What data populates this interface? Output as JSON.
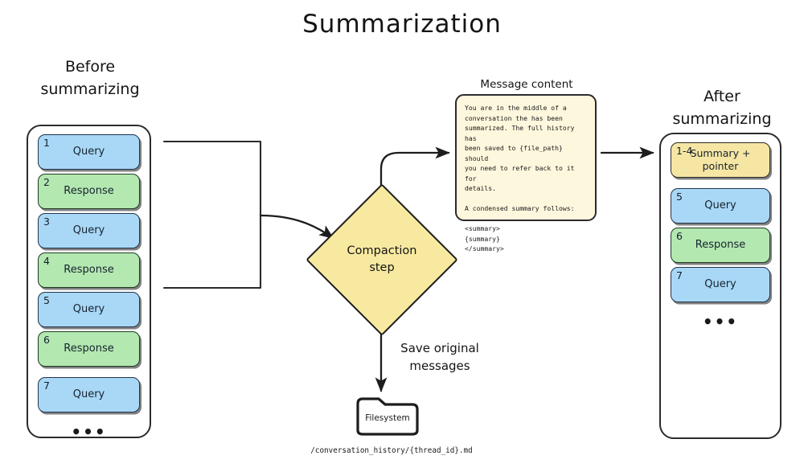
{
  "title": "Summarization",
  "before": {
    "heading_line1": "Before",
    "heading_line2": "summarizing",
    "ellipsis": "•••",
    "items": [
      {
        "idx": "1",
        "label": "Query",
        "kind": "query"
      },
      {
        "idx": "2",
        "label": "Response",
        "kind": "response"
      },
      {
        "idx": "3",
        "label": "Query",
        "kind": "query"
      },
      {
        "idx": "4",
        "label": "Response",
        "kind": "response"
      },
      {
        "idx": "5",
        "label": "Query",
        "kind": "query"
      },
      {
        "idx": "6",
        "label": "Response",
        "kind": "response"
      },
      {
        "idx": "7",
        "label": "Query",
        "kind": "query"
      }
    ]
  },
  "after": {
    "heading_line1": "After",
    "heading_line2": "summarizing",
    "ellipsis": "•••",
    "items": [
      {
        "idx": "1-4",
        "label": "Summary +\npointer",
        "kind": "summary"
      },
      {
        "idx": "5",
        "label": "Query",
        "kind": "query"
      },
      {
        "idx": "6",
        "label": "Response",
        "kind": "response"
      },
      {
        "idx": "7",
        "label": "Query",
        "kind": "query"
      }
    ]
  },
  "message_panel": {
    "label": "Message content",
    "body": "You are in the middle of a\nconversation the has been\nsummarized. The full history has\nbeen saved to {file_path} should\nyou need to refer back to it for\ndetails.\n\nA condensed summary follows:\n\n<summary>\n{summary}\n</summary>"
  },
  "process": {
    "diamond_label": "Compaction\nstep",
    "save_label": "Save original\nmessages",
    "folder_label": "Filesystem",
    "filesystem_path": "/conversation_history/{thread_id}.md"
  },
  "colors": {
    "query_fill": "#a9d8f7",
    "response_fill": "#b3e8b1",
    "summary_fill": "#f6e6a4",
    "diamond_fill": "#f8e9a1",
    "panel_fill": "#fdf7dd",
    "stroke": "#2b2b2b",
    "background": "#ffffff"
  }
}
